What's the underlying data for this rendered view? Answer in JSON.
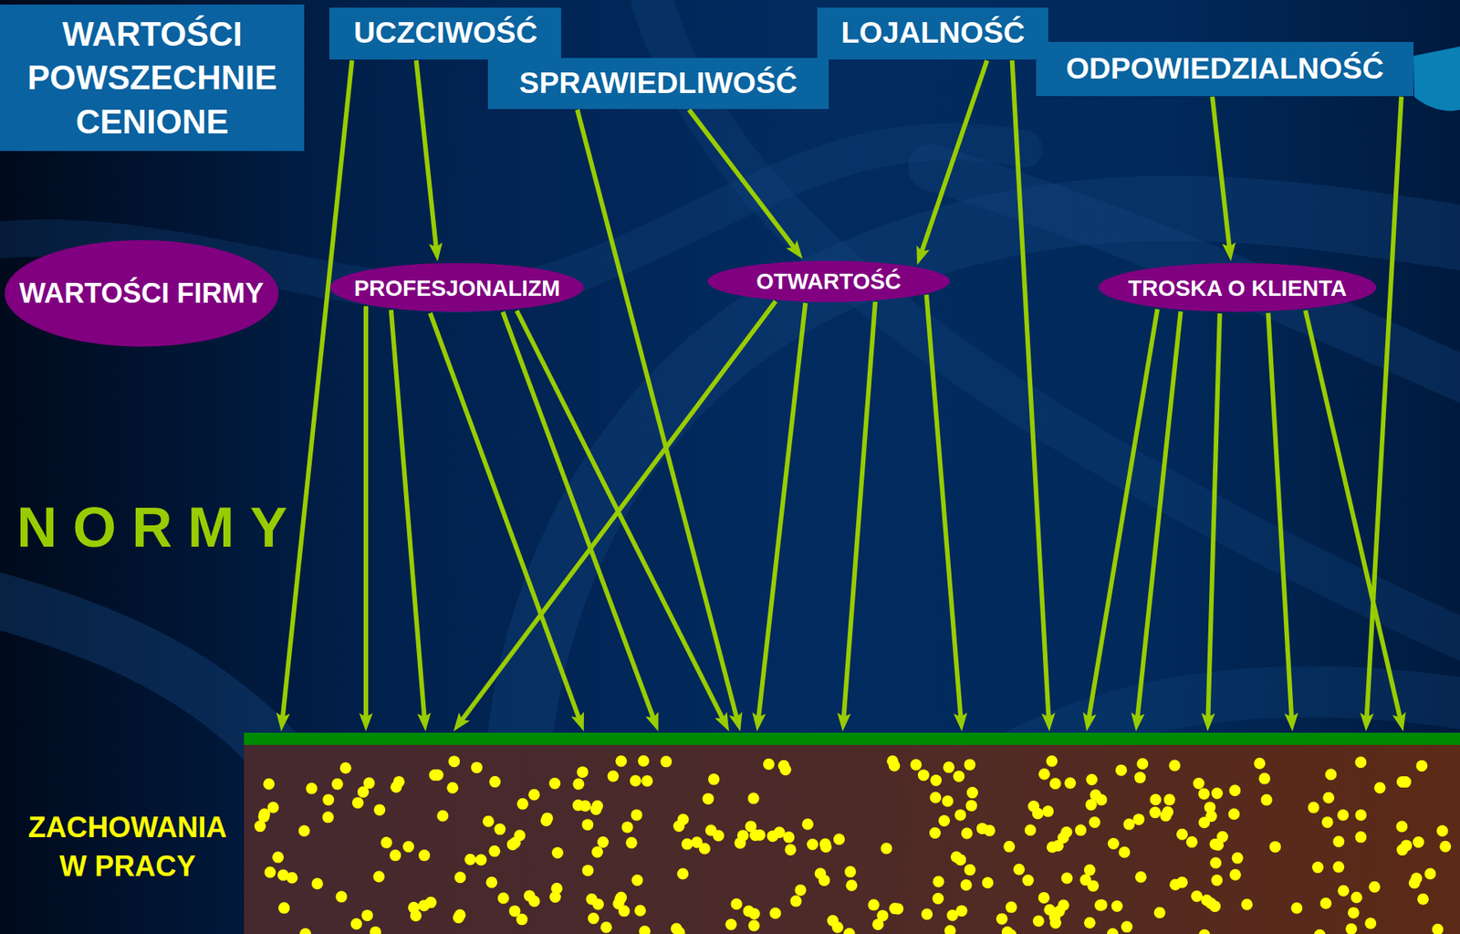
{
  "diagram": {
    "nodes": [
      {
        "text": [
          "WARTOŚCI POWSZECHNIE CENIONE"
        ]
      },
      {
        "text": [
          "UCZCIWOŚĆ"
        ]
      },
      {
        "text": [
          "SPRAWIEDLIWOŚĆ"
        ]
      },
      {
        "text": [
          "LOJALNOŚĆ"
        ]
      },
      {
        "text": [
          "ODPOWIEDZIALNOŚĆ"
        ]
      },
      {
        "text": [
          "WARTOŚCI FIRMY"
        ]
      },
      {
        "text": [
          "PROFESJONALIZM"
        ]
      },
      {
        "text": [
          "OTWARTOŚĆ"
        ]
      },
      {
        "text": [
          "TROSKA O KLIENTA"
        ]
      },
      {
        "text": [
          "ZACHOWANIA W PRACY"
        ]
      }
    ],
    "edges": [
      {
        "from": 1,
        "to": 9,
        "arrow": "to"
      },
      {
        "from": 1,
        "to": 6,
        "arrow": "to"
      },
      {
        "from": 2,
        "to": 9,
        "arrow": "to"
      },
      {
        "from": 2,
        "to": 7,
        "arrow": "to"
      },
      {
        "from": 3,
        "to": 7,
        "arrow": "to"
      },
      {
        "from": 3,
        "to": 9,
        "arrow": "to"
      },
      {
        "from": 4,
        "to": 8,
        "arrow": "to"
      },
      {
        "from": 4,
        "to": 9,
        "arrow": "to"
      },
      {
        "from": 6,
        "to": 9,
        "arrow": "to"
      },
      {
        "from": 6,
        "to": 9,
        "arrow": "to"
      },
      {
        "from": 6,
        "to": 9,
        "arrow": "to"
      },
      {
        "from": 6,
        "to": 9,
        "arrow": "to"
      },
      {
        "from": 6,
        "to": 9,
        "arrow": "to"
      },
      {
        "from": 7,
        "to": 9,
        "arrow": "to"
      },
      {
        "from": 7,
        "to": 9,
        "arrow": "to"
      },
      {
        "from": 7,
        "to": 9,
        "arrow": "to"
      },
      {
        "from": 7,
        "to": 9,
        "arrow": "to"
      },
      {
        "from": 8,
        "to": 9,
        "arrow": "to"
      },
      {
        "from": 8,
        "to": 9,
        "arrow": "to"
      },
      {
        "from": 8,
        "to": 9,
        "arrow": "to"
      },
      {
        "from": 8,
        "to": 9,
        "arrow": "to"
      },
      {
        "from": 8,
        "to": 9,
        "arrow": "to"
      }
    ],
    "labels": [
      "NORMY"
    ]
  }
}
